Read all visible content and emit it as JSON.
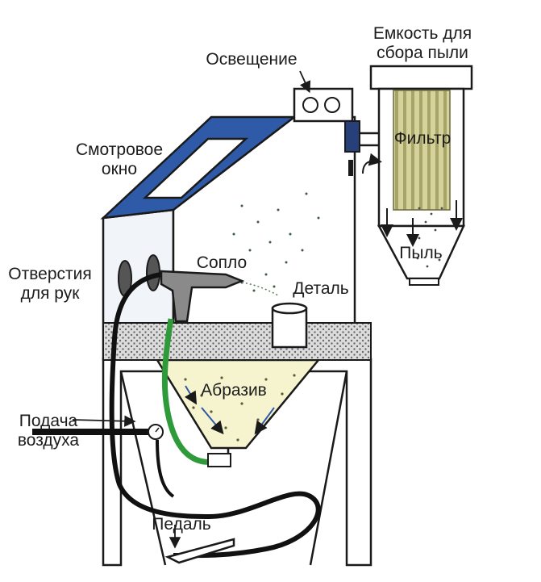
{
  "labels": {
    "dust_container": [
      "Емкость для",
      "сбора пыли"
    ],
    "lighting": "Освещение",
    "viewing_window": [
      "Смотровое",
      "окно"
    ],
    "filter": "Фильтр",
    "hand_holes": [
      "Отверстия",
      "для рук"
    ],
    "nozzle": "Сопло",
    "workpiece": "Деталь",
    "dust": "Пыль",
    "abrasive": "Абразив",
    "air_supply": [
      "Подача",
      "воздуха"
    ],
    "pedal": "Педаль"
  },
  "colors": {
    "outline": "#1a1a1a",
    "cabinet_face": "#ffffff",
    "cabinet_side": "#f1f4f9",
    "blue_trim": "#2f5aa8",
    "grate": "#d9d9d9",
    "abrasive_fill": "#f6f4cf",
    "filter_fill": "#cfcc8e",
    "hose_green": "#2f9a3a",
    "hose_black": "#111111",
    "gun_gray": "#8a8a8a",
    "panel_dark": "#27407a"
  }
}
